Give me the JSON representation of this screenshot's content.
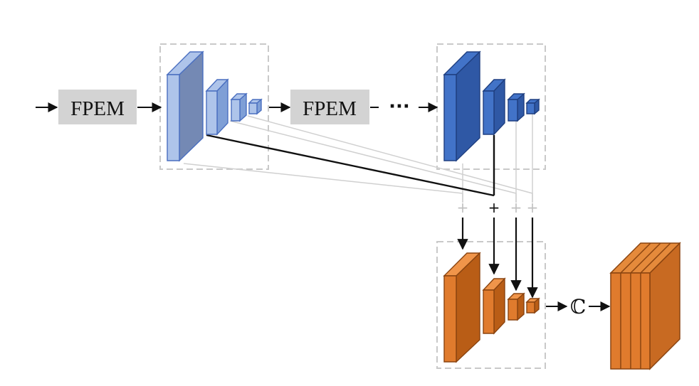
{
  "labels": {
    "fpem_1": "FPEM",
    "fpem_2": "FPEM",
    "ellipsis": "···",
    "plus_1": "+",
    "plus_2": "+",
    "plus_3": "+",
    "plus_4": "+",
    "concat_symbol": "ℂ"
  },
  "colors": {
    "fpem_box": "#d3d3d3",
    "stage1_light_fill": "#aec4ea",
    "stage1_dark_fill": "#7489b4",
    "stage1_stroke": "#4a6fc0",
    "stage2_fill": "#2f58a5",
    "stage2_front": "#4273c8",
    "stage2_stroke": "#1f3f80",
    "orange_fill": "#e07b2d",
    "orange_side": "#b95d16",
    "orange_stroke": "#8a4410",
    "dashed_border": "#c9c9c9",
    "connector_light": "#d0d0d0",
    "connector_dark": "#111111"
  }
}
